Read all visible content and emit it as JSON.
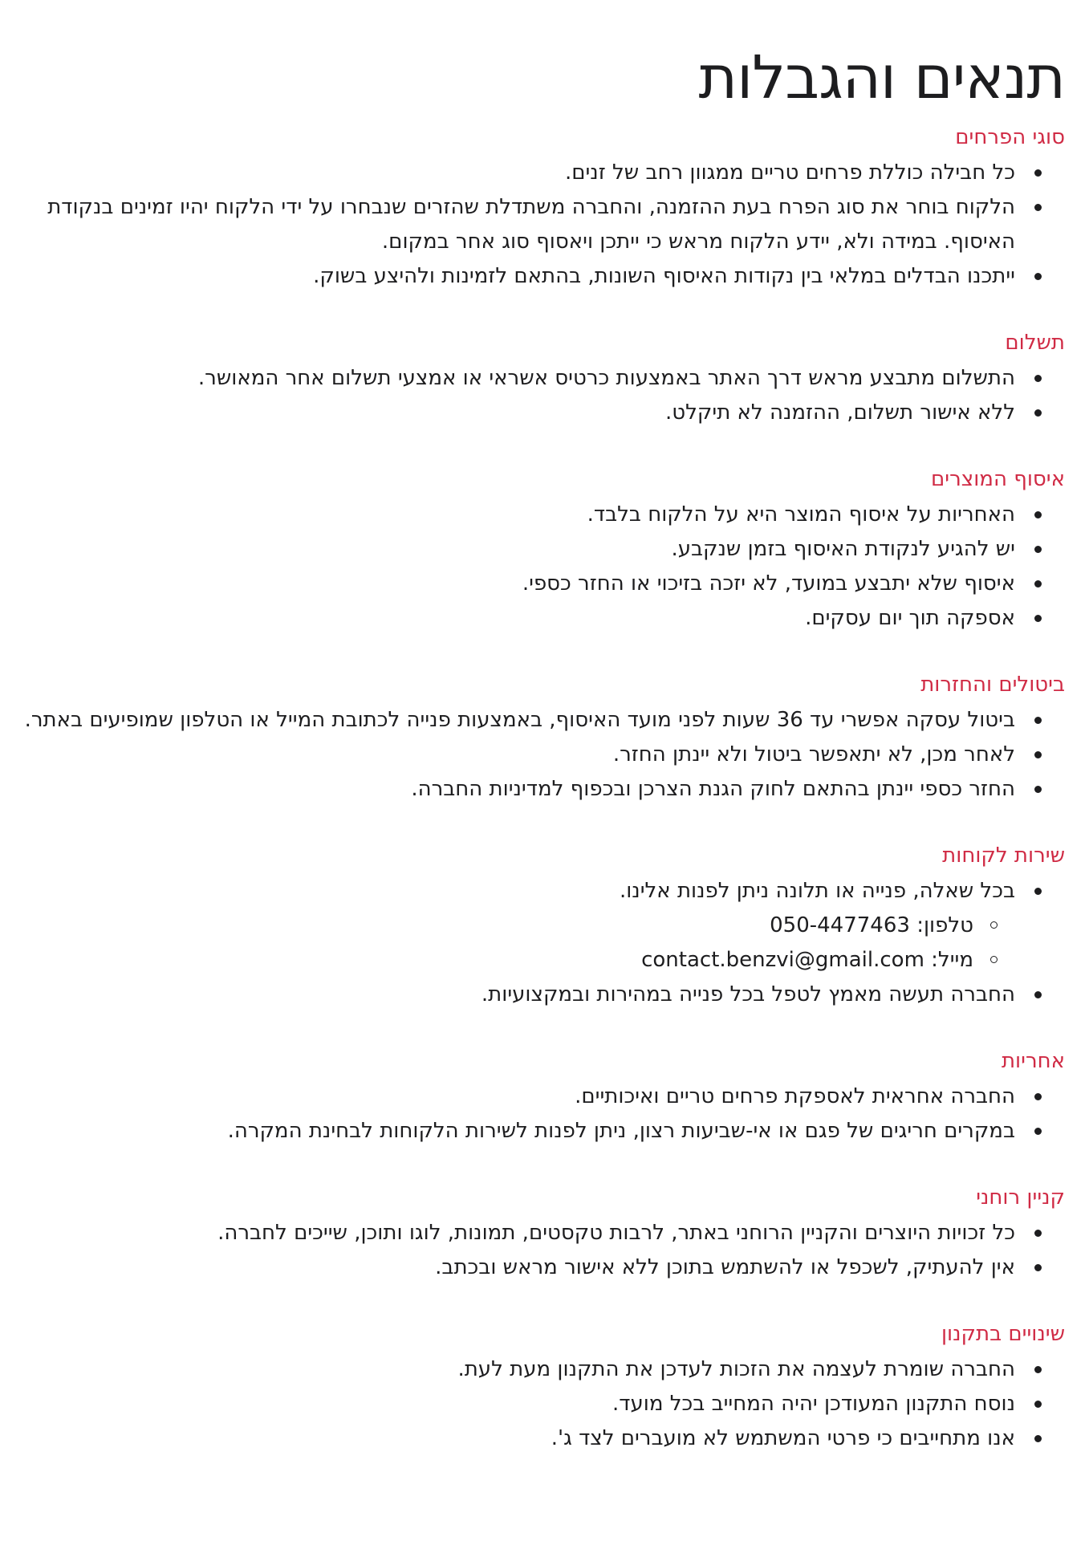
{
  "title": "תנאים והגבלות",
  "sections": [
    {
      "heading": "סוגי הפרחים",
      "items": [
        "כל חבילה כוללת פרחים טריים ממגוון רחב של זנים.",
        "הלקוח בוחר את סוג הפרח בעת ההזמנה, והחברה משתדלת שהזרים שנבחרו על ידי הלקוח יהיו זמינים בנקודת האיסוף. במידה ולא, יידע הלקוח מראש כי ייתכן ויאסוף סוג אחר במקום.",
        "ייתכנו הבדלים במלאי בין נקודות האיסוף השונות, בהתאם לזמינות ולהיצע בשוק."
      ]
    },
    {
      "heading": "תשלום",
      "items": [
        "התשלום מתבצע מראש דרך האתר באמצעות כרטיס אשראי או אמצעי תשלום אחר המאושר.",
        "ללא אישור תשלום, ההזמנה לא תיקלט."
      ]
    },
    {
      "heading": "איסוף המוצרים",
      "items": [
        "האחריות על איסוף המוצר היא על הלקוח בלבד.",
        "יש להגיע לנקודת האיסוף בזמן שנקבע.",
        "איסוף שלא יתבצע במועד, לא יזכה בזיכוי או החזר כספי.",
        "אספקה תוך יום עסקים."
      ]
    },
    {
      "heading": "ביטולים והחזרות",
      "items": [
        "ביטול עסקה אפשרי עד 36 שעות לפני מועד האיסוף, באמצעות פנייה לכתובת המייל או הטלפון שמופיעים באתר.",
        "לאחר מכן, לא יתאפשר ביטול ולא יינתן החזר.",
        "החזר כספי יינתן בהתאם לחוק הגנת הצרכן ובכפוף למדיניות החברה."
      ]
    },
    {
      "heading": "שירות לקוחות",
      "items": [
        "בכל שאלה, פנייה או תלונה ניתן לפנות אלינו.",
        "החברה תעשה מאמץ לטפל בכל פנייה במהירות ובמקצועיות."
      ],
      "contact": {
        "phone_label": "טלפון:",
        "phone": "050-4477463",
        "email_label": "מייל:",
        "email": "contact.benzvi@gmail.com"
      }
    },
    {
      "heading": "אחריות",
      "items": [
        "החברה אחראית לאספקת פרחים טריים ואיכותיים.",
        "במקרים חריגים של פגם או אי-שביעות רצון, ניתן לפנות לשירות הלקוחות לבחינת המקרה."
      ]
    },
    {
      "heading": "קניין רוחני",
      "items": [
        "כל זכויות היוצרים והקניין הרוחני באתר, לרבות טקסטים, תמונות, לוגו ותוכן, שייכים לחברה.",
        "אין להעתיק, לשכפל או להשתמש בתוכן ללא אישור מראש ובכתב."
      ]
    },
    {
      "heading": "שינויים בתקנון",
      "items": [
        "החברה שומרת לעצמה את הזכות לעדכן את התקנון מעת לעת.",
        "נוסח התקנון המעודכן יהיה המחייב בכל מועד.",
        "אנו מתחייבים כי פרטי המשתמש לא מועברים לצד ג'."
      ]
    }
  ],
  "colors": {
    "heading": "#d02b45",
    "text": "#1d1d1f",
    "background": "#ffffff"
  }
}
